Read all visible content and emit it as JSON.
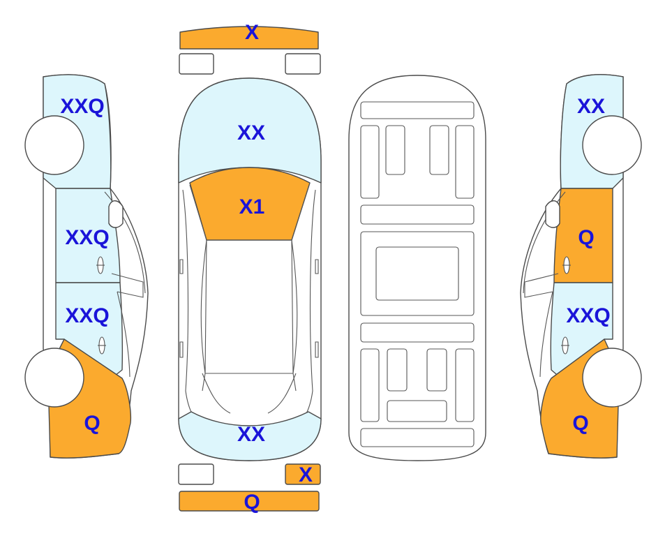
{
  "colors": {
    "damage": "#FBAA2E",
    "glass": "#DDF6FC",
    "body": "#FFFFFF",
    "outline": "#4A4A4A",
    "label": "#1A14D9"
  },
  "labels": {
    "front_bumper": "X",
    "hood": "XX",
    "windshield": "X1",
    "rear_window": "XX",
    "rear_small_right": "X",
    "rear_bumper": "Q",
    "left_front_fender": "XXQ",
    "left_front_door": "XXQ",
    "left_rear_door": "XXQ",
    "left_rear_quarter": "Q",
    "right_front_fender": "XX",
    "right_front_door": "Q",
    "right_rear_door": "XXQ",
    "right_rear_quarter": "Q"
  }
}
